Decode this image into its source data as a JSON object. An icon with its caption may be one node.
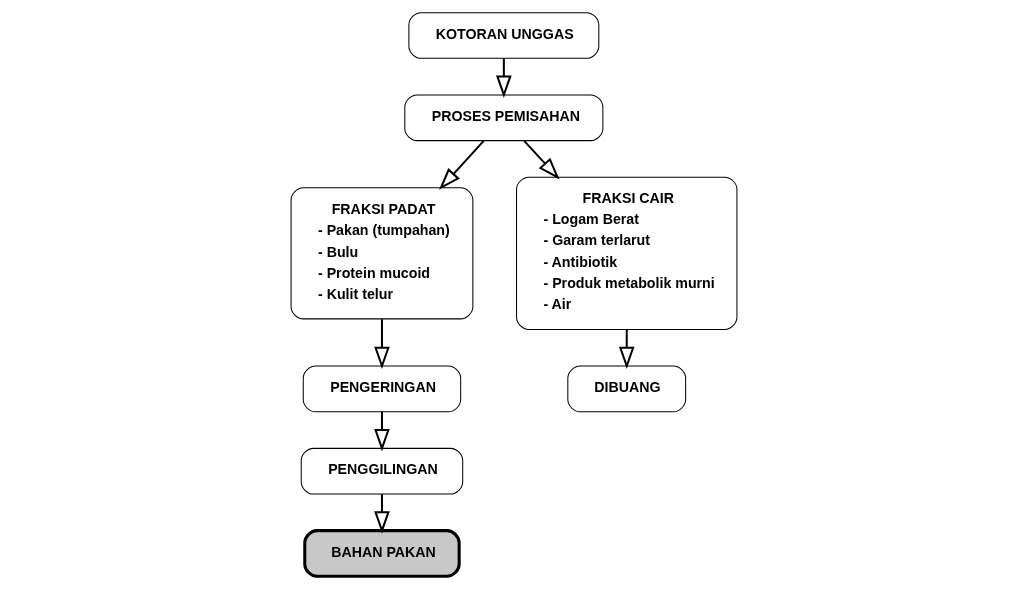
{
  "diagram": {
    "nodes": [
      {
        "text": [
          "KOTORAN UNGGAS"
        ]
      },
      {
        "text": [
          "PROSES PEMISAHAN"
        ]
      },
      {
        "text": [
          "FRAKSI PADAT",
          "- Pakan (tumpahan)",
          "- Bulu",
          "- Protein mucoid",
          "- Kulit telur"
        ]
      },
      {
        "text": [
          "FRAKSI CAIR",
          "- Logam Berat",
          "- Garam terlarut",
          "- Antibiotik",
          "- Produk metabolik murni",
          "- Air"
        ]
      },
      {
        "text": [
          "PENGERINGAN"
        ]
      },
      {
        "text": [
          "PENGGILINGAN"
        ]
      },
      {
        "text": [
          "BAHAN PAKAN"
        ]
      },
      {
        "text": [
          "DIBUANG"
        ]
      }
    ],
    "edges": [
      {
        "from": 0,
        "to": 1,
        "arrow": "to"
      },
      {
        "from": 1,
        "to": 2,
        "arrow": "to"
      },
      {
        "from": 1,
        "to": 3,
        "arrow": "to"
      },
      {
        "from": 2,
        "to": 4,
        "arrow": "to"
      },
      {
        "from": 4,
        "to": 5,
        "arrow": "to"
      },
      {
        "from": 5,
        "to": 6,
        "arrow": "to"
      },
      {
        "from": 3,
        "to": 7,
        "arrow": "to"
      }
    ]
  }
}
